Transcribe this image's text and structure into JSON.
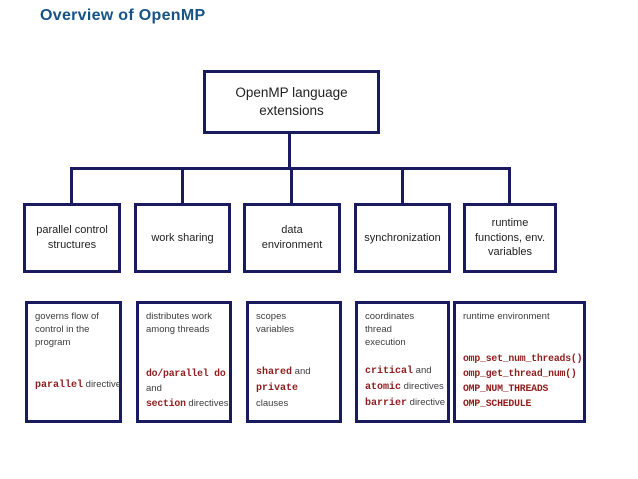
{
  "title": "Overview of OpenMP",
  "colors": {
    "title_blue": "#175287",
    "border_navy": "#1a1a5e",
    "code_red": "#8f1d1d"
  },
  "root_label": "OpenMP language\nextensions",
  "branches": [
    {
      "label": "parallel control\nstructures",
      "description": "governs flow of\ncontrol in the\nprogram",
      "code_lines": [
        [
          {
            "t": "parallel",
            "code": true
          },
          {
            "t": " directive",
            "code": false
          }
        ]
      ]
    },
    {
      "label": "work sharing",
      "description": "distributes work\namong threads",
      "code_lines": [
        [
          {
            "t": "do/parallel do",
            "code": true
          }
        ],
        [
          {
            "t": "and",
            "code": false
          }
        ],
        [
          {
            "t": "section",
            "code": true
          },
          {
            "t": " directives",
            "code": false
          }
        ]
      ]
    },
    {
      "label": "data\nenvironment",
      "description": "scopes\nvariables",
      "code_lines": [
        [
          {
            "t": "shared",
            "code": true
          },
          {
            "t": " and",
            "code": false
          }
        ],
        [
          {
            "t": "private",
            "code": true
          }
        ],
        [
          {
            "t": "clauses",
            "code": false
          }
        ]
      ]
    },
    {
      "label": "synchronization",
      "description": "coordinates thread\nexecution",
      "code_lines": [
        [
          {
            "t": "critical",
            "code": true
          },
          {
            "t": " and",
            "code": false
          }
        ],
        [
          {
            "t": "atomic",
            "code": true
          },
          {
            "t": " directives",
            "code": false
          }
        ],
        [
          {
            "t": "barrier",
            "code": true
          },
          {
            "t": " directive",
            "code": false
          }
        ]
      ]
    },
    {
      "label": "runtime\nfunctions, env.\nvariables",
      "description": "runtime environment",
      "code_lines": [
        [
          {
            "t": "omp_set_num_threads()",
            "code": true
          }
        ],
        [
          {
            "t": "omp_get_thread_num()",
            "code": true
          }
        ],
        [
          {
            "t": "OMP_NUM_THREADS",
            "code": true
          }
        ],
        [
          {
            "t": "OMP_SCHEDULE",
            "code": true
          }
        ]
      ]
    }
  ]
}
